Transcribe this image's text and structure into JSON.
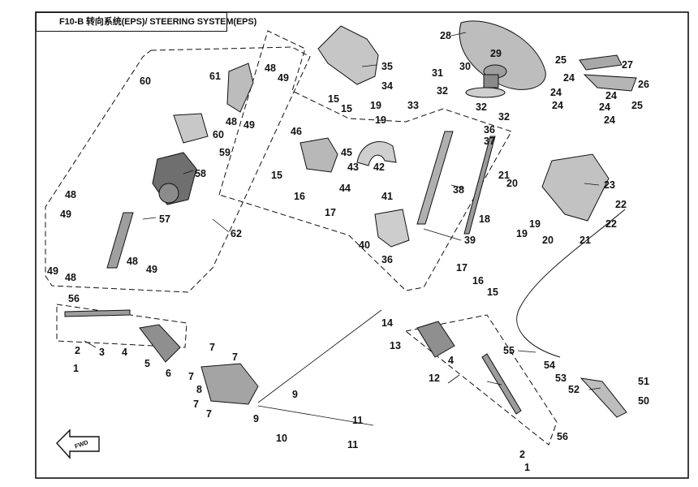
{
  "title": "F10-B 转向系统(EPS)/ STEERING SYSTEM(EPS)",
  "direction_label": "FWD",
  "callouts": [
    {
      "id": "c1a",
      "text": "1"
    },
    {
      "id": "c1b",
      "text": "1"
    },
    {
      "id": "c2a",
      "text": "2"
    },
    {
      "id": "c2b",
      "text": "2"
    },
    {
      "id": "c3",
      "text": "3"
    },
    {
      "id": "c4a",
      "text": "4"
    },
    {
      "id": "c4b",
      "text": "4"
    },
    {
      "id": "c5",
      "text": "5"
    },
    {
      "id": "c6",
      "text": "6"
    },
    {
      "id": "c7a",
      "text": "7"
    },
    {
      "id": "c7b",
      "text": "7"
    },
    {
      "id": "c7c",
      "text": "7"
    },
    {
      "id": "c7d",
      "text": "7"
    },
    {
      "id": "c7e",
      "text": "7"
    },
    {
      "id": "c8",
      "text": "8"
    },
    {
      "id": "c9a",
      "text": "9"
    },
    {
      "id": "c9b",
      "text": "9"
    },
    {
      "id": "c10",
      "text": "10"
    },
    {
      "id": "c11a",
      "text": "11"
    },
    {
      "id": "c11b",
      "text": "11"
    },
    {
      "id": "c12",
      "text": "12"
    },
    {
      "id": "c13",
      "text": "13"
    },
    {
      "id": "c14",
      "text": "14"
    },
    {
      "id": "c15a",
      "text": "15"
    },
    {
      "id": "c15b",
      "text": "15"
    },
    {
      "id": "c15c",
      "text": "15"
    },
    {
      "id": "c15d",
      "text": "15"
    },
    {
      "id": "c16a",
      "text": "16"
    },
    {
      "id": "c16b",
      "text": "16"
    },
    {
      "id": "c17a",
      "text": "17"
    },
    {
      "id": "c17b",
      "text": "17"
    },
    {
      "id": "c18",
      "text": "18"
    },
    {
      "id": "c19a",
      "text": "19"
    },
    {
      "id": "c19b",
      "text": "19"
    },
    {
      "id": "c19c",
      "text": "19"
    },
    {
      "id": "c19d",
      "text": "19"
    },
    {
      "id": "c20a",
      "text": "20"
    },
    {
      "id": "c20b",
      "text": "20"
    },
    {
      "id": "c21a",
      "text": "21"
    },
    {
      "id": "c21b",
      "text": "21"
    },
    {
      "id": "c22a",
      "text": "22"
    },
    {
      "id": "c22b",
      "text": "22"
    },
    {
      "id": "c23",
      "text": "23"
    },
    {
      "id": "c24a",
      "text": "24"
    },
    {
      "id": "c24b",
      "text": "24"
    },
    {
      "id": "c24c",
      "text": "24"
    },
    {
      "id": "c24d",
      "text": "24"
    },
    {
      "id": "c24e",
      "text": "24"
    },
    {
      "id": "c24f",
      "text": "24"
    },
    {
      "id": "c25a",
      "text": "25"
    },
    {
      "id": "c25b",
      "text": "25"
    },
    {
      "id": "c26",
      "text": "26"
    },
    {
      "id": "c27",
      "text": "27"
    },
    {
      "id": "c28",
      "text": "28"
    },
    {
      "id": "c29",
      "text": "29"
    },
    {
      "id": "c30",
      "text": "30"
    },
    {
      "id": "c31",
      "text": "31"
    },
    {
      "id": "c32a",
      "text": "32"
    },
    {
      "id": "c32b",
      "text": "32"
    },
    {
      "id": "c32c",
      "text": "32"
    },
    {
      "id": "c33",
      "text": "33"
    },
    {
      "id": "c34",
      "text": "34"
    },
    {
      "id": "c35",
      "text": "35"
    },
    {
      "id": "c36a",
      "text": "36"
    },
    {
      "id": "c36b",
      "text": "36"
    },
    {
      "id": "c37",
      "text": "37"
    },
    {
      "id": "c38",
      "text": "38"
    },
    {
      "id": "c39",
      "text": "39"
    },
    {
      "id": "c40",
      "text": "40"
    },
    {
      "id": "c41",
      "text": "41"
    },
    {
      "id": "c42",
      "text": "42"
    },
    {
      "id": "c43",
      "text": "43"
    },
    {
      "id": "c44",
      "text": "44"
    },
    {
      "id": "c45",
      "text": "45"
    },
    {
      "id": "c46",
      "text": "46"
    },
    {
      "id": "c48a",
      "text": "48"
    },
    {
      "id": "c48b",
      "text": "48"
    },
    {
      "id": "c48c",
      "text": "48"
    },
    {
      "id": "c48d",
      "text": "48"
    },
    {
      "id": "c48e",
      "text": "48"
    },
    {
      "id": "c49a",
      "text": "49"
    },
    {
      "id": "c49b",
      "text": "49"
    },
    {
      "id": "c49c",
      "text": "49"
    },
    {
      "id": "c49d",
      "text": "49"
    },
    {
      "id": "c49e",
      "text": "49"
    },
    {
      "id": "c50",
      "text": "50"
    },
    {
      "id": "c51",
      "text": "51"
    },
    {
      "id": "c52",
      "text": "52"
    },
    {
      "id": "c53",
      "text": "53"
    },
    {
      "id": "c54",
      "text": "54"
    },
    {
      "id": "c55",
      "text": "55"
    },
    {
      "id": "c56a",
      "text": "56"
    },
    {
      "id": "c56b",
      "text": "56"
    },
    {
      "id": "c57",
      "text": "57"
    },
    {
      "id": "c58",
      "text": "58"
    },
    {
      "id": "c59",
      "text": "59"
    },
    {
      "id": "c60a",
      "text": "60"
    },
    {
      "id": "c60b",
      "text": "60"
    },
    {
      "id": "c61",
      "text": "61"
    },
    {
      "id": "c62",
      "text": "62"
    }
  ]
}
